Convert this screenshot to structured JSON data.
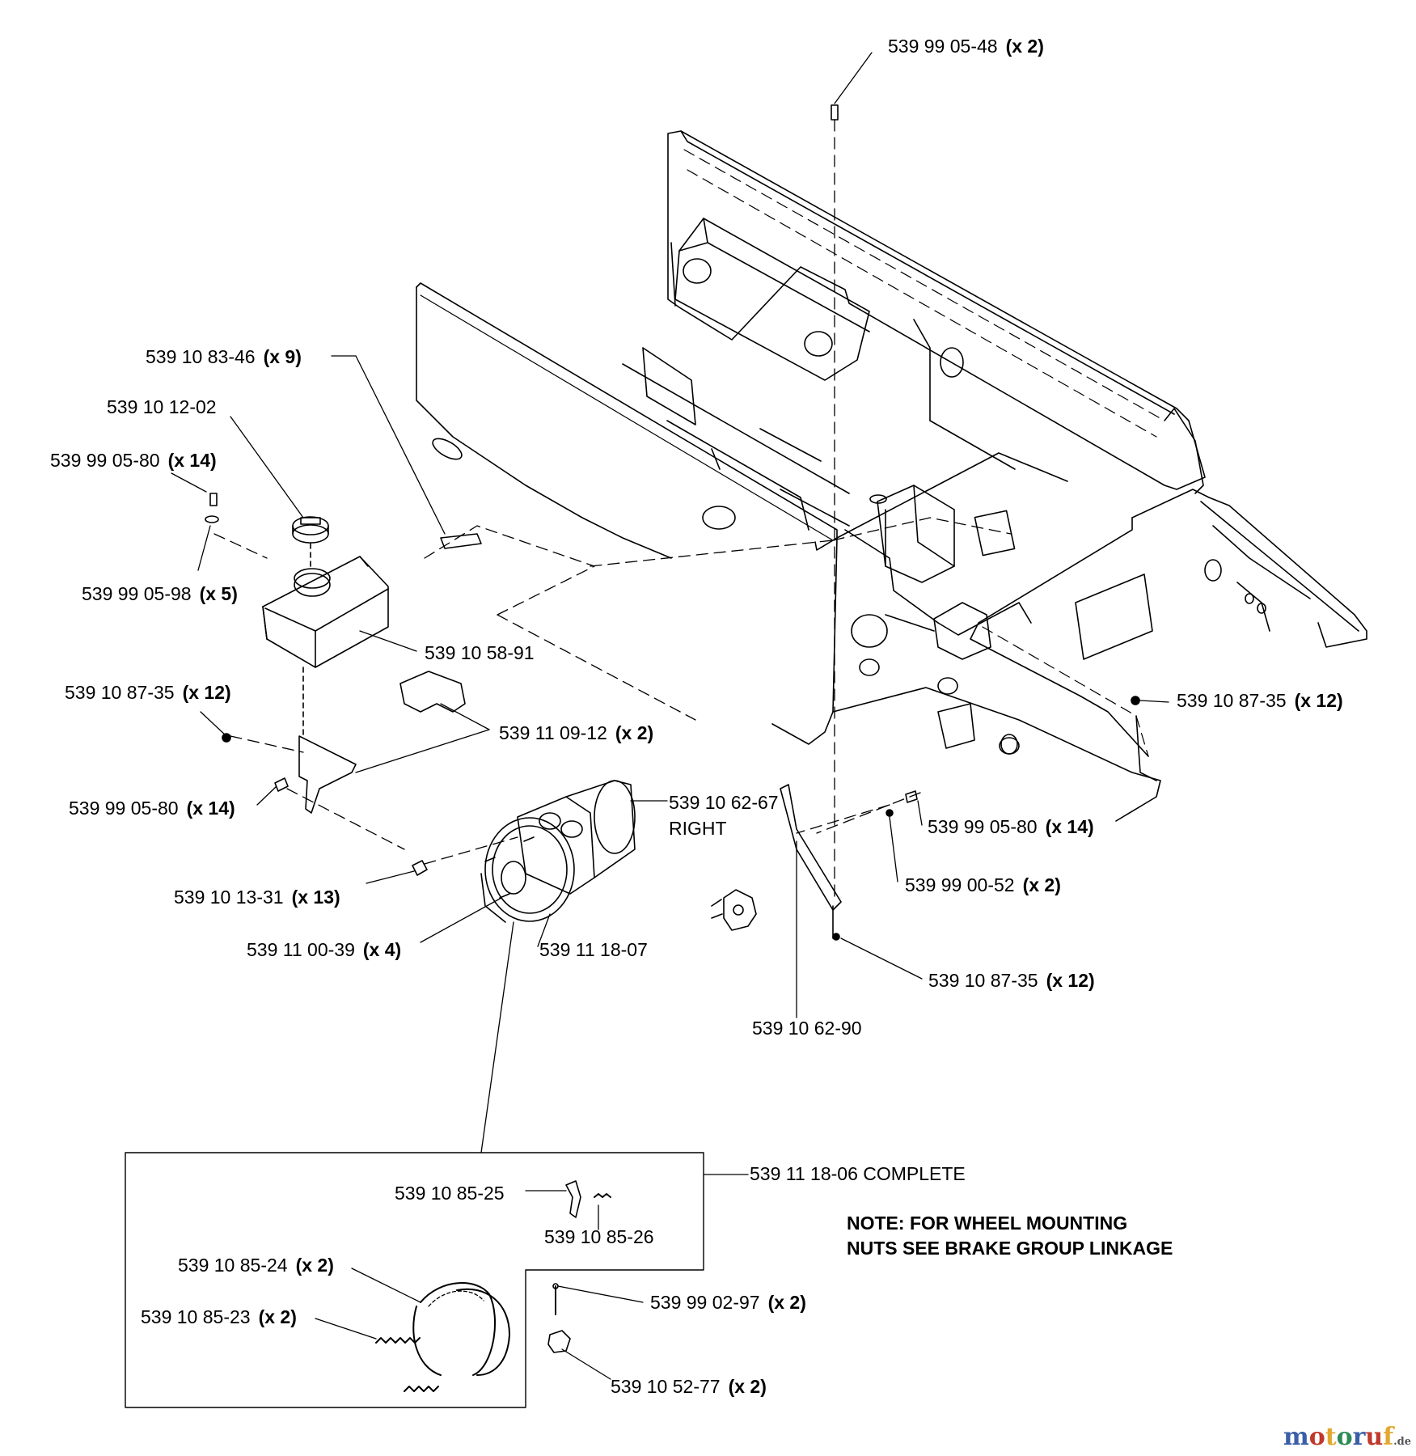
{
  "labels": [
    {
      "code": "539 99 05-48",
      "qty": "(x 2)"
    },
    {
      "code": "539 10 83-46",
      "qty": "(x 9)"
    },
    {
      "code": "539 10 12-02",
      "qty": ""
    },
    {
      "code": "539 99 05-80",
      "qty": "(x 14)"
    },
    {
      "code": "539 99 05-98",
      "qty": "(x 5)"
    },
    {
      "code": "539 10 58-91",
      "qty": ""
    },
    {
      "code": "539 10 87-35",
      "qty": "(x 12)"
    },
    {
      "code": "539 11 09-12",
      "qty": "(x 2)"
    },
    {
      "code": "539 99 05-80",
      "qty": "(x 14)"
    },
    {
      "code": "539 10 62-67",
      "qty": ""
    },
    {
      "code": "RIGHT",
      "qty": ""
    },
    {
      "code": "539 10 13-31",
      "qty": "(x 13)"
    },
    {
      "code": "539 11 00-39",
      "qty": "(x 4)"
    },
    {
      "code": "539 11 18-07",
      "qty": ""
    },
    {
      "code": "539 10 87-35",
      "qty": "(x 12)"
    },
    {
      "code": "539 99 05-80",
      "qty": "(x 14)"
    },
    {
      "code": "539 99 00-52",
      "qty": "(x 2)"
    },
    {
      "code": "539 10 87-35",
      "qty": "(x 12)"
    },
    {
      "code": "539 10 62-90",
      "qty": ""
    },
    {
      "code": "539 11 18-06 COMPLETE",
      "qty": ""
    },
    {
      "code": "539 10 85-25",
      "qty": ""
    },
    {
      "code": "539 10 85-26",
      "qty": ""
    },
    {
      "code": "539 10 85-24",
      "qty": "(x 2)"
    },
    {
      "code": "539 10 85-23",
      "qty": "(x 2)"
    },
    {
      "code": "539 99 02-97",
      "qty": "(x 2)"
    },
    {
      "code": "539 10 52-77",
      "qty": "(x 2)"
    }
  ],
  "note": {
    "line1": "NOTE: FOR WHEEL MOUNTING",
    "line2": "NUTS SEE BRAKE GROUP LINKAGE"
  },
  "watermark": {
    "letters": [
      "m",
      "o",
      "t",
      "o",
      "r",
      "u",
      "f"
    ],
    "suffix": ".de",
    "colors": [
      "#3a5fa8",
      "#c0392b",
      "#e2a72e",
      "#2e8b57",
      "#3a5fa8",
      "#c0392b",
      "#e2a72e"
    ]
  }
}
